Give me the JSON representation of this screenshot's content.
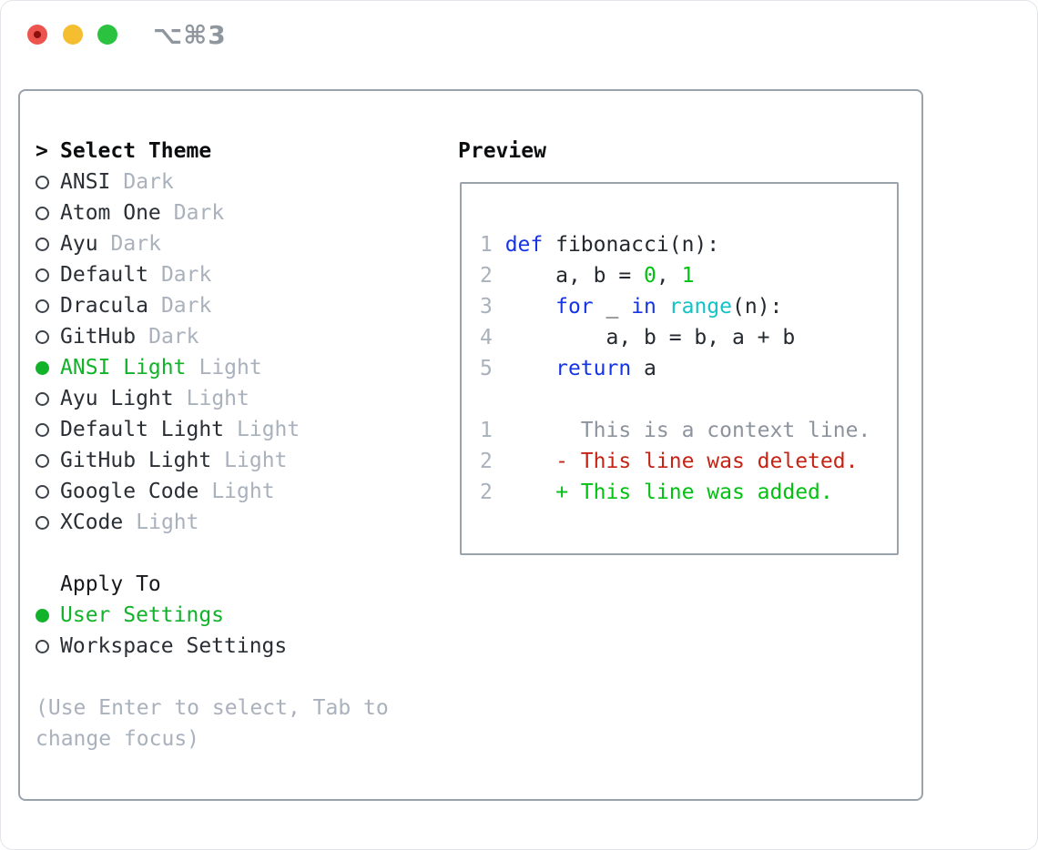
{
  "window": {
    "title_shortcut": "⌥⌘3"
  },
  "colors": {
    "accent_green": "#12b22a",
    "keyword_blue": "#1534e6",
    "builtin_cyan": "#12c3c7",
    "number_green": "#02c112",
    "diff_added": "#02c112",
    "diff_removed": "#c52314",
    "muted": "#a9b1bc",
    "context_gray": "#8d939d",
    "border_gray": "#9aa2ac",
    "tl_red": "#ee544e",
    "tl_yellow": "#f5bd30",
    "tl_green": "#2ac23f"
  },
  "theme_selector": {
    "cursor": ">",
    "title": "Select Theme",
    "items": [
      {
        "label": "ANSI",
        "tag": "Dark",
        "selected": false
      },
      {
        "label": "Atom One",
        "tag": "Dark",
        "selected": false
      },
      {
        "label": "Ayu",
        "tag": "Dark",
        "selected": false
      },
      {
        "label": "Default",
        "tag": "Dark",
        "selected": false
      },
      {
        "label": "Dracula",
        "tag": "Dark",
        "selected": false
      },
      {
        "label": "GitHub",
        "tag": "Dark",
        "selected": false
      },
      {
        "label": "ANSI Light",
        "tag": "Light",
        "selected": true
      },
      {
        "label": "Ayu Light",
        "tag": "Light",
        "selected": false
      },
      {
        "label": "Default Light",
        "tag": "Light",
        "selected": false
      },
      {
        "label": "GitHub Light",
        "tag": "Light",
        "selected": false
      },
      {
        "label": "Google Code",
        "tag": "Light",
        "selected": false
      },
      {
        "label": "XCode",
        "tag": "Light",
        "selected": false
      }
    ]
  },
  "apply_to": {
    "title": "Apply To",
    "options": [
      {
        "label": "User Settings",
        "selected": true
      },
      {
        "label": "Workspace Settings",
        "selected": false
      }
    ]
  },
  "hint": "(Use Enter to select, Tab to change focus)",
  "preview": {
    "title": "Preview",
    "code_lines": [
      {
        "num": "1",
        "segments": [
          {
            "text": "def",
            "color": "keyword"
          },
          {
            "text": " fibonacci(n):",
            "color": "text"
          }
        ]
      },
      {
        "num": "2",
        "segments": [
          {
            "text": "    a, b = ",
            "color": "text"
          },
          {
            "text": "0",
            "color": "number"
          },
          {
            "text": ", ",
            "color": "text"
          },
          {
            "text": "1",
            "color": "number"
          }
        ]
      },
      {
        "num": "3",
        "segments": [
          {
            "text": "    ",
            "color": "text"
          },
          {
            "text": "for",
            "color": "keyword"
          },
          {
            "text": " _ ",
            "color": "text"
          },
          {
            "text": "in",
            "color": "keyword"
          },
          {
            "text": " ",
            "color": "text"
          },
          {
            "text": "range",
            "color": "builtin"
          },
          {
            "text": "(n):",
            "color": "text"
          }
        ]
      },
      {
        "num": "4",
        "segments": [
          {
            "text": "        a, b = b, a + b",
            "color": "text"
          }
        ]
      },
      {
        "num": "5",
        "segments": [
          {
            "text": "    ",
            "color": "text"
          },
          {
            "text": "return",
            "color": "keyword"
          },
          {
            "text": " a",
            "color": "text"
          }
        ]
      }
    ],
    "diff_lines": [
      {
        "num": "1",
        "text": "      This is a context line.",
        "type": "context"
      },
      {
        "num": "2",
        "text": "    - This line was deleted.",
        "type": "deleted"
      },
      {
        "num": "2",
        "text": "    + This line was added.",
        "type": "added"
      }
    ]
  }
}
